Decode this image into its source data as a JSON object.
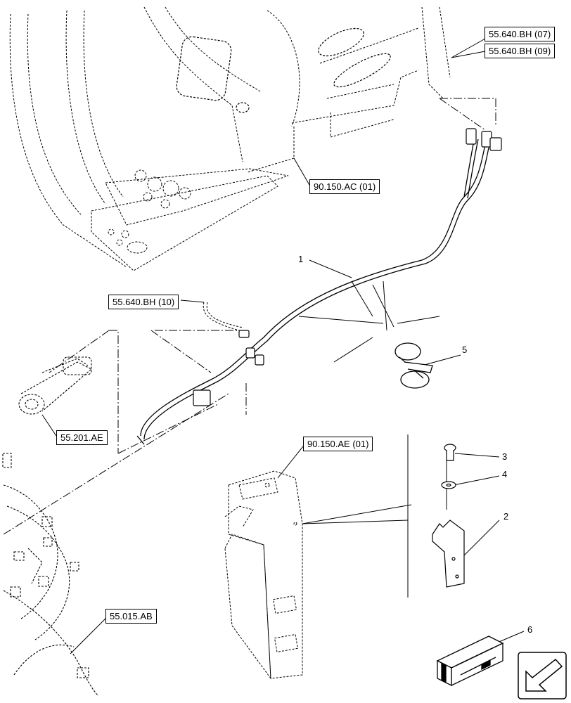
{
  "references": {
    "bh07": "55.640.BH (07)",
    "bh09": "55.640.BH (09)",
    "ac01": "90.150.AC (01)",
    "bh10": "55.640.BH (10)",
    "ae201": "55.201.AE",
    "ae01": "90.150.AE (01)",
    "ab015": "55.015.AB"
  },
  "callouts": {
    "c1": "1",
    "c2": "2",
    "c3": "3",
    "c4": "4",
    "c5": "5",
    "c6": "6"
  },
  "icons": {
    "kit_box": "kit-box-icon",
    "nav_arrow": "next-page-arrow-icon"
  }
}
